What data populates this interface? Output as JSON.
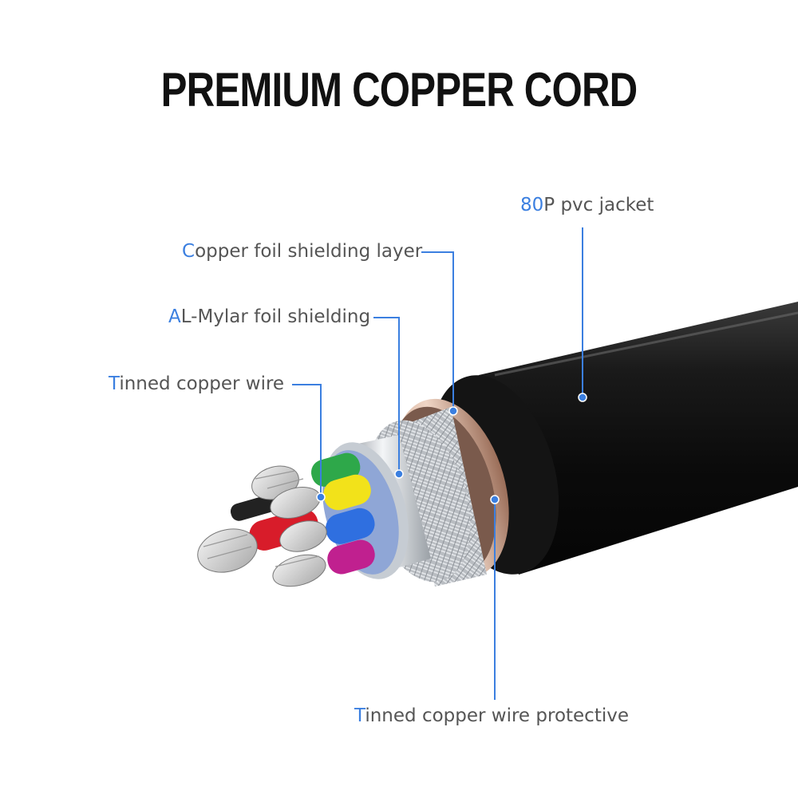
{
  "title": "PREMIUM COPPER CORD",
  "accent_color": "#3b7fe0",
  "label_color": "#555555",
  "labels": {
    "jacket": {
      "first": "80",
      "rest": "P pvc jacket"
    },
    "copper_foil": {
      "first": "C",
      "rest": "opper foil shielding layer"
    },
    "mylar": {
      "first": "A",
      "rest": "L-Mylar foil shielding"
    },
    "tinned_wire": {
      "first": "T",
      "rest": "inned copper wire"
    },
    "braid": {
      "first": "T",
      "rest": "inned copper wire protective"
    }
  },
  "core_colors": [
    "#2ea84a",
    "#f2e21a",
    "#2f6fe0",
    "#d81c2a",
    "#c0208f",
    "#222222"
  ]
}
